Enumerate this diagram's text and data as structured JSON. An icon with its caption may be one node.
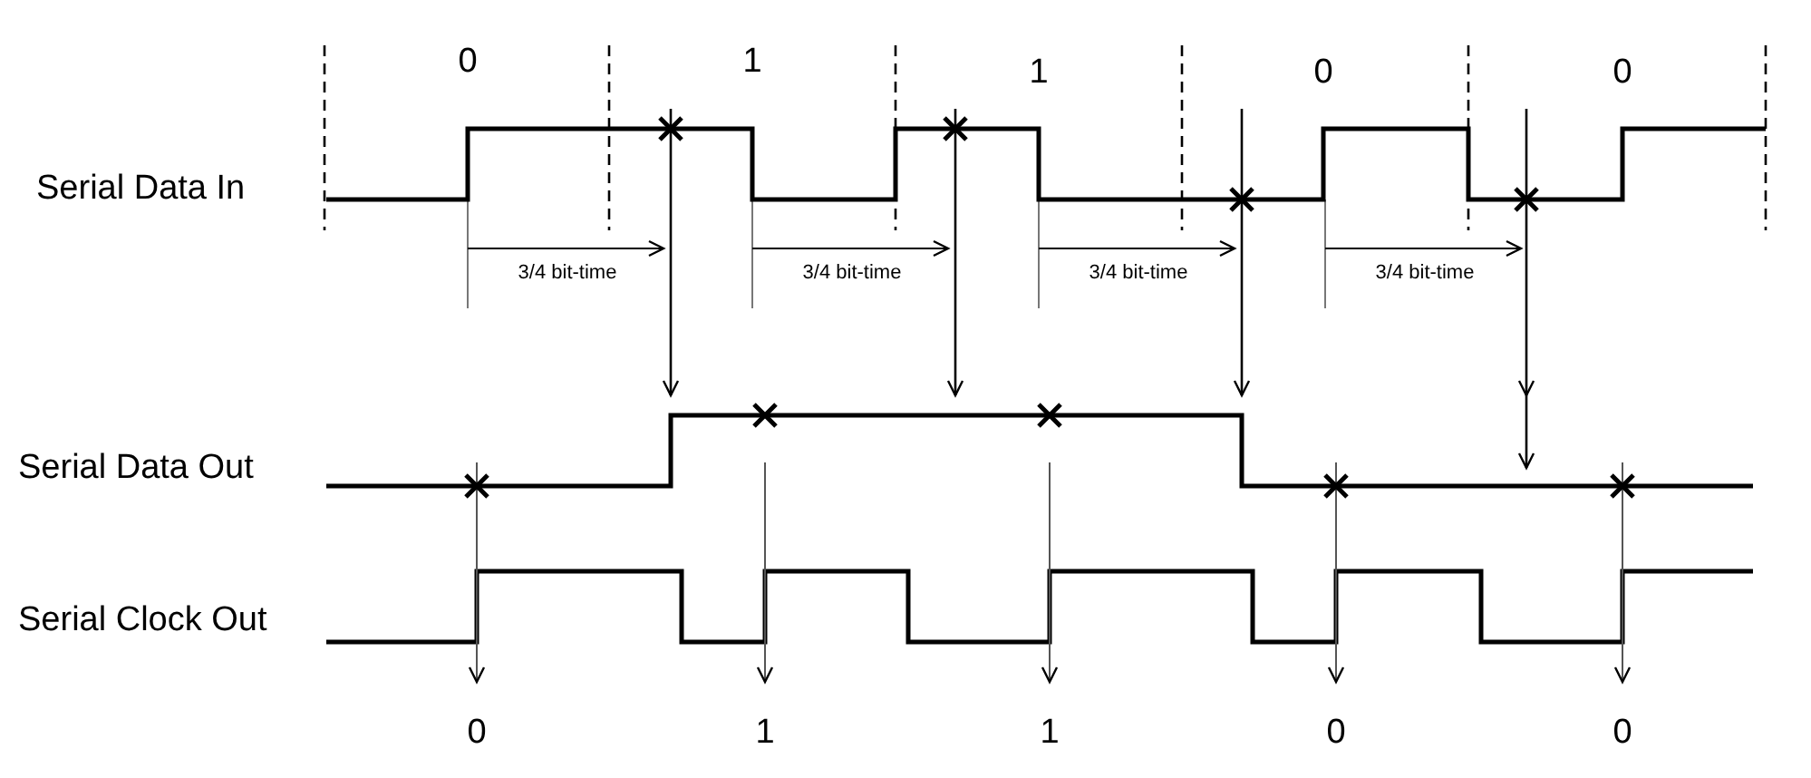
{
  "diagram": {
    "labels": [
      "0",
      "1",
      "1",
      "0",
      "0",
      "Serial Data In",
      "3/4 bit-time",
      "3/4 bit-time",
      "3/4 bit-time",
      "3/4 bit-time",
      "Serial Data Out",
      "Serial Clock Out",
      "0",
      "1",
      "1",
      "0",
      "0"
    ]
  }
}
